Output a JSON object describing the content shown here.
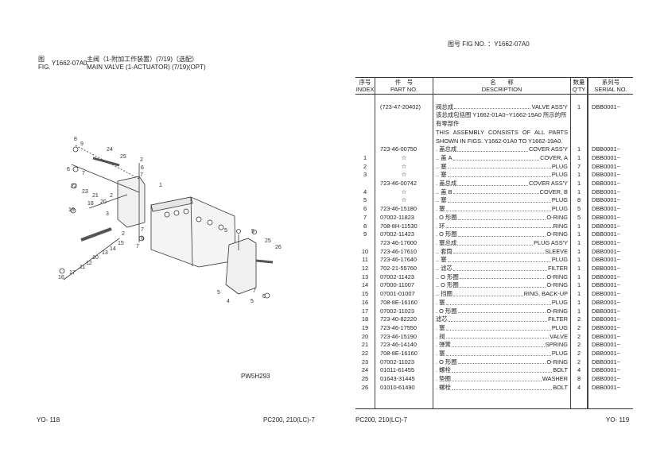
{
  "left_page": {
    "fig_label_cn": "图",
    "fig_label_en": "FIG.",
    "fig_no": "Y1662-07A0",
    "title_cn": "主阀（1-附加工作装置）(7/19)（选配）",
    "title_en": "MAIN VALVE (1-ACTUATOR) (7/19)(OPT)",
    "illustration_code": "PW5H293",
    "page_no": "YO- 118",
    "model": "PC200, 210(LC)-7",
    "callouts": [
      "8",
      "9",
      "24",
      "25",
      "2",
      "6",
      "7",
      "6",
      "7",
      "22",
      "23",
      "21",
      "20",
      "2",
      "1",
      "18",
      "19",
      "3",
      "2",
      "7",
      "6",
      "7",
      "15",
      "14",
      "13",
      "10",
      "12",
      "11",
      "17",
      "16",
      "5",
      "5",
      "25",
      "26",
      "5",
      "4",
      "5",
      "7",
      "6"
    ]
  },
  "right_page": {
    "fig_no_header": "图号 FIG NO. ：Y1662-07A0",
    "model": "PC200, 210(LC)-7",
    "page_no": "YO- 119",
    "columns": {
      "index_cn": "序号",
      "index_en": "INDEX",
      "part_cn": "件　号",
      "part_en": "PART NO.",
      "desc_cn": "名　　称",
      "desc_en": "DESCRIPTION",
      "qty_cn": "数量",
      "qty_en": "Q'TY",
      "serial_cn": "系列号",
      "serial_en": "SERIAL NO."
    },
    "assembly": {
      "part": "(723-47-20402)",
      "desc_cn": "阀总成",
      "desc_en": "VALVE ASS'Y",
      "qty": "1",
      "serial": "DBB0001~",
      "note_cn": "该总成包括图 Y1662-01A0~Y1662-19A0 所示的所有零部件",
      "note_en": "THIS ASSEMBLY CONSISTS OF ALL PARTS SHOWN IN FIGS. Y1662-01A0 TO Y1662-19A0."
    },
    "rows": [
      {
        "index": "",
        "part": "723-46-00750",
        "desc_cn": ". 盖总成",
        "desc_en": "COVER ASS'Y",
        "qty": "1",
        "serial": "DBB0001~"
      },
      {
        "index": "1",
        "part": "☆",
        "desc_cn": ".. 盖 A",
        "desc_en": "COVER, A",
        "qty": "1",
        "serial": "DBB0001~"
      },
      {
        "index": "2",
        "part": "☆",
        "desc_cn": ".. 塞",
        "desc_en": "PLUG",
        "qty": "7",
        "serial": "DBB0001~"
      },
      {
        "index": "3",
        "part": "☆",
        "desc_cn": ".. 塞",
        "desc_en": "PLUG",
        "qty": "1",
        "serial": "DBB0001~"
      },
      {
        "index": "",
        "part": "723-46-00742",
        "desc_cn": ". 盖总成",
        "desc_en": "COVER ASS'Y",
        "qty": "1",
        "serial": "DBB0001~"
      },
      {
        "index": "4",
        "part": "☆",
        "desc_cn": ".. 盖 B",
        "desc_en": "COVER, B",
        "qty": "1",
        "serial": "DBB0001~"
      },
      {
        "index": "5",
        "part": "☆",
        "desc_cn": ".. 塞",
        "desc_en": "PLUG",
        "qty": "8",
        "serial": "DBB0001~"
      },
      {
        "index": "6",
        "part": "723-46-15180",
        "desc_cn": ". 塞",
        "desc_en": "PLUG",
        "qty": "5",
        "serial": "DBB0001~"
      },
      {
        "index": "7",
        "part": "07002-11823",
        "desc_cn": ". O 形圈",
        "desc_en": "O-RING",
        "qty": "5",
        "serial": "DBB0001~"
      },
      {
        "index": "8",
        "part": "708-8H-11530",
        "desc_cn": ". 环",
        "desc_en": "RING",
        "qty": "1",
        "serial": "DBB0001~"
      },
      {
        "index": "9",
        "part": "07002-11423",
        "desc_cn": ". O 形圈",
        "desc_en": "O-RING",
        "qty": "1",
        "serial": "DBB0001~"
      },
      {
        "index": "",
        "part": "723-46-17600",
        "desc_cn": ". 塞总成",
        "desc_en": "PLUG ASS'Y",
        "qty": "1",
        "serial": "DBB0001~"
      },
      {
        "index": "10",
        "part": "723-46-17610",
        "desc_cn": ".. 套筒",
        "desc_en": "SLEEVE",
        "qty": "1",
        "serial": "DBB0001~"
      },
      {
        "index": "11",
        "part": "723-46-17640",
        "desc_cn": ".. 塞",
        "desc_en": "PLUG",
        "qty": "1",
        "serial": "DBB0001~"
      },
      {
        "index": "12",
        "part": "702-21-55760",
        "desc_cn": ".. 滤芯",
        "desc_en": "FILTER",
        "qty": "1",
        "serial": "DBB0001~"
      },
      {
        "index": "13",
        "part": "07002-11423",
        "desc_cn": ".. O 形圈",
        "desc_en": "O-RING",
        "qty": "1",
        "serial": "DBB0001~"
      },
      {
        "index": "14",
        "part": "07000-11007",
        "desc_cn": ".. O 形圈",
        "desc_en": "O-RING",
        "qty": "1",
        "serial": "DBB0001~"
      },
      {
        "index": "15",
        "part": "07001-01007",
        "desc_cn": ".. 挡圈",
        "desc_en": "RING, BACK-UP",
        "qty": "1",
        "serial": "DBB0001~"
      },
      {
        "index": "16",
        "part": "708-8E-16160",
        "desc_cn": ". 塞",
        "desc_en": "PLUG",
        "qty": "1",
        "serial": "DBB0001~"
      },
      {
        "index": "17",
        "part": "07002-11023",
        "desc_cn": ". O 形圈",
        "desc_en": "O-RING",
        "qty": "1",
        "serial": "DBB0001~"
      },
      {
        "index": "18",
        "part": "723-40-82220",
        "desc_cn": "滤芯",
        "desc_en": "FILTER",
        "qty": "2",
        "serial": "DBB0001~"
      },
      {
        "index": "19",
        "part": "723-46-17550",
        "desc_cn": ". 塞",
        "desc_en": "PLUG",
        "qty": "2",
        "serial": "DBB0001~"
      },
      {
        "index": "20",
        "part": "723-46-15190",
        "desc_cn": ". 阀",
        "desc_en": "VALVE",
        "qty": "2",
        "serial": "DBB0001~"
      },
      {
        "index": "21",
        "part": "723-46-14140",
        "desc_cn": ". 弹簧",
        "desc_en": "SPRING",
        "qty": "2",
        "serial": "DBB0001~"
      },
      {
        "index": "22",
        "part": "708-8E-16160",
        "desc_cn": ". 塞",
        "desc_en": "PLUG",
        "qty": "2",
        "serial": "DBB0001~"
      },
      {
        "index": "23",
        "part": "07002-11023",
        "desc_cn": ". O 形圈",
        "desc_en": "O-RING",
        "qty": "2",
        "serial": "DBB0001~"
      },
      {
        "index": "24",
        "part": "01011-61455",
        "desc_cn": ". 螺栓",
        "desc_en": "BOLT",
        "qty": "4",
        "serial": "DBB0001~"
      },
      {
        "index": "25",
        "part": "01643-31445",
        "desc_cn": ". 垫圈",
        "desc_en": "WASHER",
        "qty": "8",
        "serial": "DBB0001~"
      },
      {
        "index": "26",
        "part": "01010-61490",
        "desc_cn": ". 螺栓",
        "desc_en": "BOLT",
        "qty": "4",
        "serial": "DBB0001~"
      }
    ]
  }
}
